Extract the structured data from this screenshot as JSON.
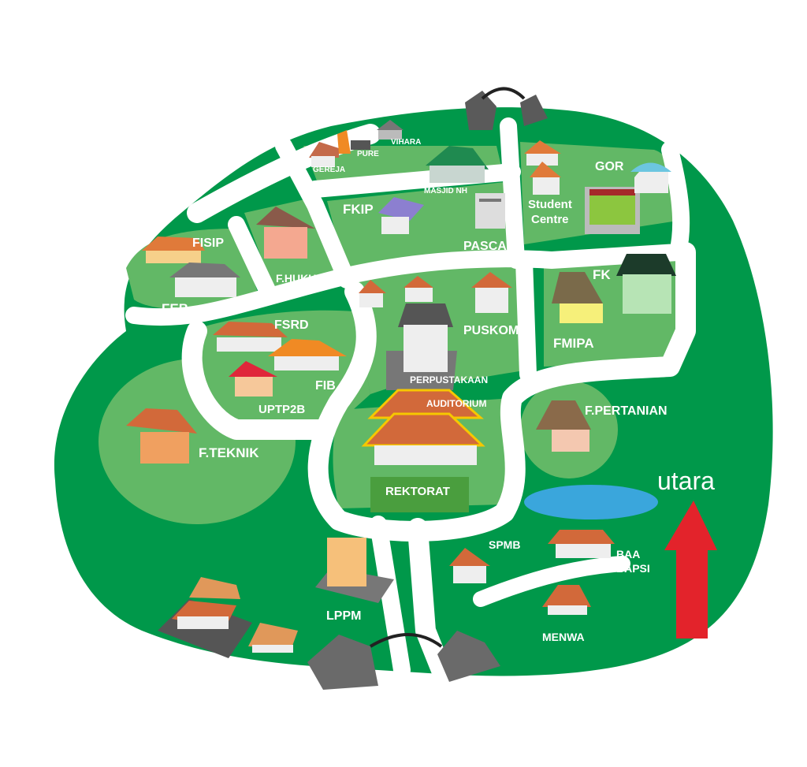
{
  "colors": {
    "dark_green": "#00984a",
    "light_green": "#62b866",
    "road": "#ffffff",
    "roof_orange": "#d2693a",
    "lake": "#3aa6dc",
    "arrow": "#e3232b"
  },
  "labels": {
    "gereja": "GEREJA",
    "pure": "PURE",
    "vihara": "VIHARA",
    "masjid": "MASJID NH",
    "fkip": "FKIP",
    "pasca": "PASCA",
    "student_centre_1": "Student",
    "student_centre_2": "Centre",
    "gor": "GOR",
    "fisip": "FISIP",
    "feb": "FEB",
    "fhukum": "F.HUKUM",
    "fsrd": "FSRD",
    "fib": "FIB",
    "uptp2b": "UPTP2B",
    "fteknik": "F.TEKNIK",
    "perpustakaan": "PERPUSTAKAAN",
    "auditorium": "AUDITORIUM",
    "rektorat": "REKTORAT",
    "puskom": "PUSKOM",
    "fk": "FK",
    "fmipa": "FMIPA",
    "fpertanian": "F.PERTANIAN",
    "utara": "utara",
    "spmb": "SPMB",
    "baa": "BAA",
    "bapsi": "BAPSI",
    "lppm": "LPPM",
    "menwa": "MENWA"
  }
}
